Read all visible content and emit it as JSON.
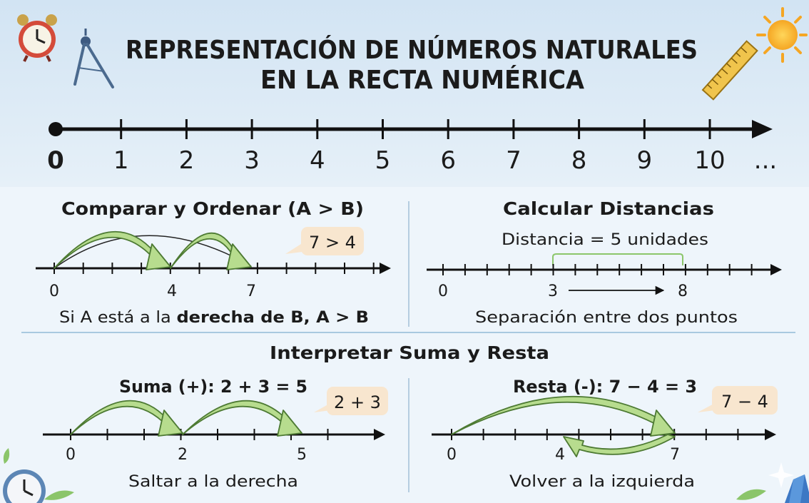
{
  "title_line1": "REPRESENTACIÓN DE NÚMEROS NATURALES",
  "title_line2": "EN LA RECTA NUMÉRICA",
  "main_line": {
    "ticks": [
      "0",
      "1",
      "2",
      "3",
      "4",
      "5",
      "6",
      "7",
      "8",
      "9",
      "10"
    ],
    "ellipsis": "..."
  },
  "compare": {
    "title": "Comparar y Ordenar (A > B)",
    "bubble": "7 > 4",
    "labels": [
      "0",
      "4",
      "7"
    ],
    "caption_plain": "Si A está a la ",
    "caption_bold": "derecha de B, A > B"
  },
  "distance": {
    "title": "Calcular Distancias",
    "subtitle": "Distancia = 5 unidades",
    "labels": [
      "0",
      "3",
      "8"
    ],
    "caption": "Separación entre dos puntos"
  },
  "operations": {
    "title": "Interpretar Suma y Resta"
  },
  "sum": {
    "title": "Suma (+): 2 + 3 = 5",
    "bubble": "2 + 3",
    "labels": [
      "0",
      "2",
      "5"
    ],
    "caption": "Saltar a la derecha"
  },
  "sub": {
    "title": "Resta (-): 7 − 4 = 3",
    "bubble": "7 − 4",
    "labels": [
      "0",
      "4",
      "7"
    ],
    "caption": "Volver a la izquierda"
  },
  "colors": {
    "header_bg": "#d9e8f5",
    "panel_bg": "#eaf3fa",
    "arrow_green": "#b7dc8e",
    "arrow_stroke": "#4d7a33",
    "bubble_bg": "#f8e6cf",
    "divider": "#a9c9e0"
  },
  "icons": [
    "alarm-clock-icon",
    "compass-icon",
    "ruler-icon",
    "sun-icon",
    "clock-icon",
    "leaf-icon",
    "crystal-icon"
  ]
}
